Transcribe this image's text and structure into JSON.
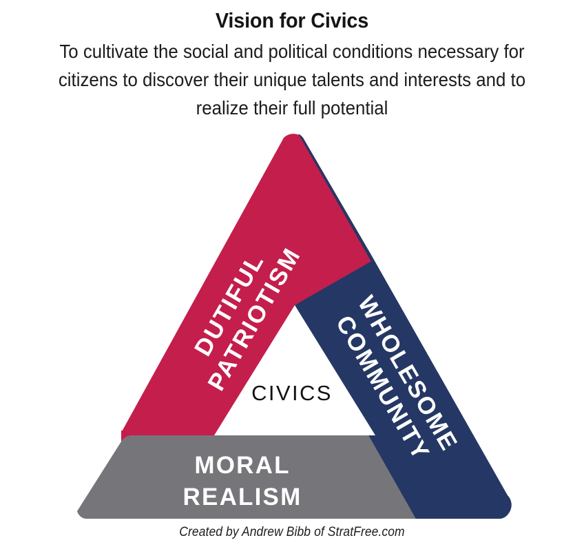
{
  "header": {
    "title": "Vision for Civics",
    "subtitle": "To cultivate the social and political conditions necessary for citizens to discover their unique talents and interests and to realize their full potential"
  },
  "diagram": {
    "center_label": "CIVICS",
    "sides": [
      {
        "id": "left",
        "label": "DUTIFUL PATRIOTISM",
        "color": "#C41E4C"
      },
      {
        "id": "right",
        "label": "WHOLESOME COMMUNITY",
        "color": "#253764"
      },
      {
        "id": "bottom",
        "label_line1": "MORAL",
        "label_line2": "REALISM",
        "color": "#76767A"
      }
    ]
  },
  "footer": {
    "credit": "Created by Andrew Bibb of StratFree.com"
  },
  "colors": {
    "crimson": "#C41E4C",
    "navy": "#253764",
    "gray": "#76767A",
    "card": "#FFFFFF",
    "text": "#151515"
  }
}
